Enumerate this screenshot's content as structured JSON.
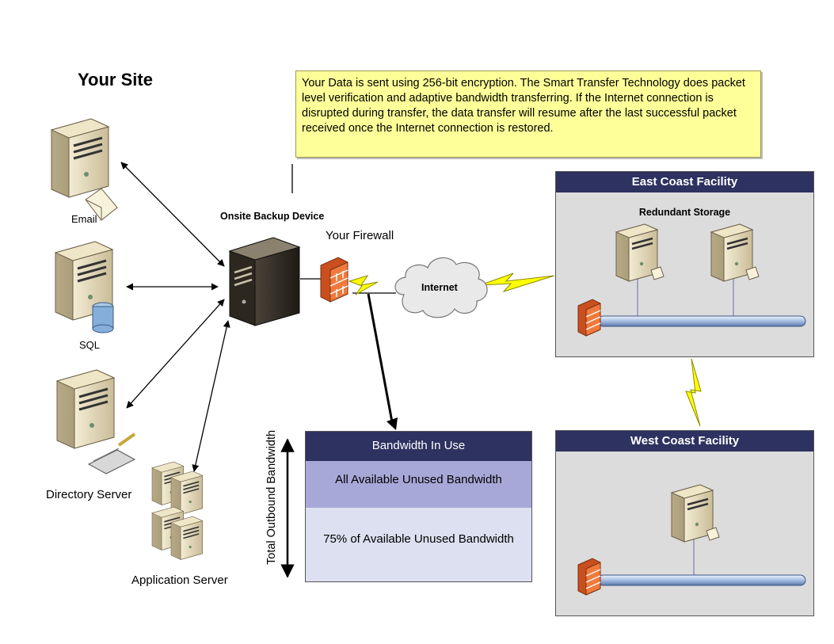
{
  "site": {
    "title": "Your Site"
  },
  "callout": {
    "text": "Your Data is sent using 256-bit encryption.  The Smart Transfer Technology does packet level verification and adaptive bandwidth transferring.  If the Internet connection is disrupted during transfer, the data transfer will resume after the last successful packet received once the Internet connection is restored."
  },
  "nodes": {
    "email": "Email",
    "sql": "SQL",
    "directory": "Directory Server",
    "application": "Application Server",
    "backup": "Onsite Backup Device",
    "firewall": "Your Firewall",
    "internet": "Internet"
  },
  "east": {
    "title": "East Coast Facility",
    "subtitle": "Redundant Storage"
  },
  "west": {
    "title": "West Coast Facility"
  },
  "bandwidth": {
    "title": "Bandwidth In Use",
    "all": "All Available Unused Bandwidth",
    "partial": "75% of Available Unused Bandwidth",
    "axis": "Total Outbound Bandwidth"
  },
  "colors": {
    "header": "#2e3260",
    "callout": "#ffff99",
    "bolt": "#ffff00",
    "firewall": "#e8642a",
    "panel": "#dcdcdc"
  }
}
